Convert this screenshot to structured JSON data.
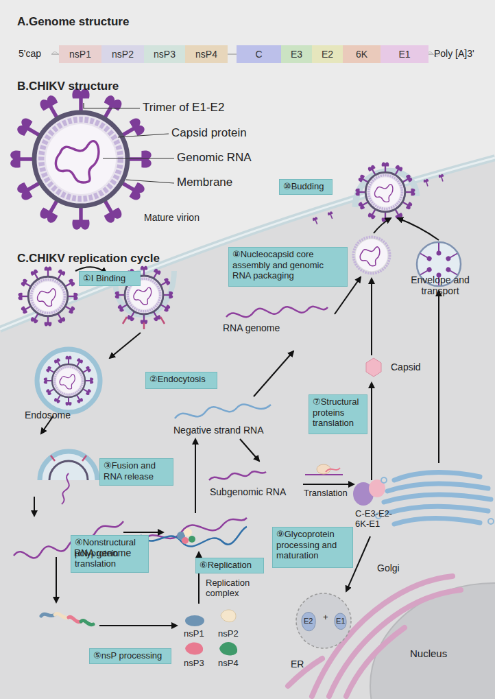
{
  "diagram": {
    "nodes": [
      {
        "text": [
          "nsP1"
        ]
      },
      {
        "text": [
          "nsP2"
        ]
      },
      {
        "text": [
          "nsP3"
        ]
      },
      {
        "text": [
          "nsP4"
        ]
      },
      {
        "text": [
          "C"
        ]
      },
      {
        "text": [
          "E3"
        ]
      },
      {
        "text": [
          "E2"
        ]
      },
      {
        "text": [
          "6K"
        ]
      },
      {
        "text": [
          "E1"
        ]
      },
      {
        "text": [
          "①I Binding"
        ]
      },
      {
        "text": [
          "②Endocytosis"
        ]
      },
      {
        "text": [
          "③Fusion and RNA release"
        ]
      },
      {
        "text": [
          "④Nonstructural polyprotein translation"
        ]
      },
      {
        "text": [
          "⑤nsP processing"
        ]
      },
      {
        "text": [
          "⑥Replication"
        ]
      },
      {
        "text": [
          "⑦Structural proteins translation"
        ]
      },
      {
        "text": [
          "⑧Nucleocapsid core assembly and genomic RNA packaging"
        ]
      },
      {
        "text": [
          "⑨Glycoprotein processing and maturation"
        ]
      },
      {
        "text": [
          "⑩Budding"
        ]
      }
    ],
    "labels": [
      "A.Genome structure",
      "5'cap",
      "Poly [A]3'",
      "B.CHIKV structure",
      "Trimer of E1-E2",
      "Capsid protein",
      "Genomic RNA",
      "Membrane",
      "Mature virion",
      "C.CHIKV replication cycle",
      "Endosome",
      "RNA genome",
      "Replication complex",
      "nsP1",
      "nsP2",
      "nsP3",
      "nsP4",
      "Negative strand RNA",
      "RNA genome",
      "Subgenomic RNA",
      "Translation",
      "C-E3-E2-6K-E1",
      "Capsid",
      "Envelope and transport",
      "Golgi",
      "E2",
      "+",
      "E1",
      "ER",
      "Nucleus"
    ]
  }
}
